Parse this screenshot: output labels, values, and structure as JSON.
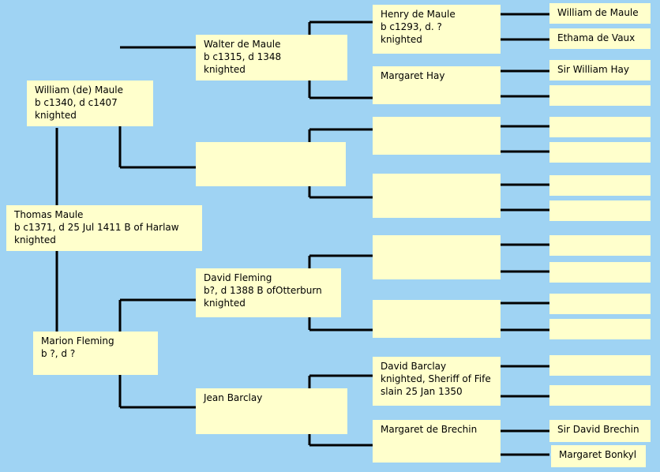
{
  "people": {
    "thomas": [
      "Thomas Maule",
      "b c1371, d 25 Jul 1411 B of Harlaw",
      "knighted"
    ],
    "william": [
      "William (de) Maule",
      "b c1340, d c1407",
      "knighted"
    ],
    "marion": [
      "Marion Fleming",
      "b ?, d ?"
    ],
    "walter": [
      "Walter de Maule",
      "b c1315, d 1348",
      "knighted"
    ],
    "g2_unknown": [],
    "david_f": [
      "David Fleming",
      "b?, d 1388 B ofOtterburn",
      "knighted"
    ],
    "jean": [
      "Jean Barclay"
    ],
    "henry": [
      "Henry de Maule",
      "b c1293, d. ?",
      "knighted"
    ],
    "margaret_hay": [
      "Margaret Hay"
    ],
    "g3_unknown_1": [],
    "g3_unknown_2": [],
    "g3_unknown_3": [],
    "g3_unknown_4": [],
    "david_b": [
      "David Barclay",
      "knighted, Sheriff of Fife",
      "slain 25 Jan 1350"
    ],
    "margaret_brechin": [
      "Margaret de Brechin"
    ],
    "g4_william_maule": [
      "William de Maule"
    ],
    "g4_ethama": [
      "Ethama de Vaux"
    ],
    "g4_sir_william_hay": [
      "Sir William Hay"
    ],
    "g4_unknown_4": [],
    "g4_unknown_5": [],
    "g4_unknown_6": [],
    "g4_unknown_7": [],
    "g4_unknown_8": [],
    "g4_unknown_9": [],
    "g4_unknown_10": [],
    "g4_unknown_11": [],
    "g4_unknown_12": [],
    "g4_unknown_13": [],
    "g4_unknown_14": [],
    "g4_sir_david_brechin": [
      "Sir David Brechin"
    ],
    "g4_margaret_bonkyl": [
      "Margaret Bonkyl"
    ]
  }
}
